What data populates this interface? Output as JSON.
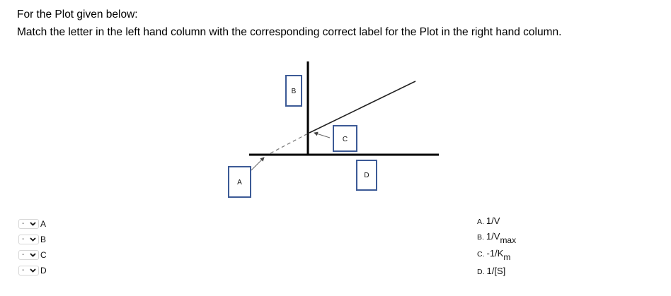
{
  "question": {
    "line1": "For the Plot given below:",
    "line2": "Match the letter in the left hand column with the corresponding correct label for the Plot in the right hand column."
  },
  "diagram": {
    "box_labels": {
      "A": "A",
      "B": "B",
      "C": "C",
      "D": "D"
    },
    "colors": {
      "axis": "#000000",
      "line": "#222222",
      "dashed": "#777777",
      "box_border": "#3c5a96",
      "arrow": "#666666"
    }
  },
  "matching": {
    "rows": [
      {
        "letter": "A",
        "selected": "-"
      },
      {
        "letter": "B",
        "selected": "-"
      },
      {
        "letter": "C",
        "selected": "-"
      },
      {
        "letter": "D",
        "selected": "-"
      }
    ]
  },
  "answers": [
    {
      "prefix": "A.",
      "text": "1/V",
      "sub": ""
    },
    {
      "prefix": "B.",
      "text": "1/V",
      "sub": "max"
    },
    {
      "prefix": "C.",
      "text": "-1/K",
      "sub": "m"
    },
    {
      "prefix": "D.",
      "text": "1/[S]",
      "sub": ""
    }
  ]
}
